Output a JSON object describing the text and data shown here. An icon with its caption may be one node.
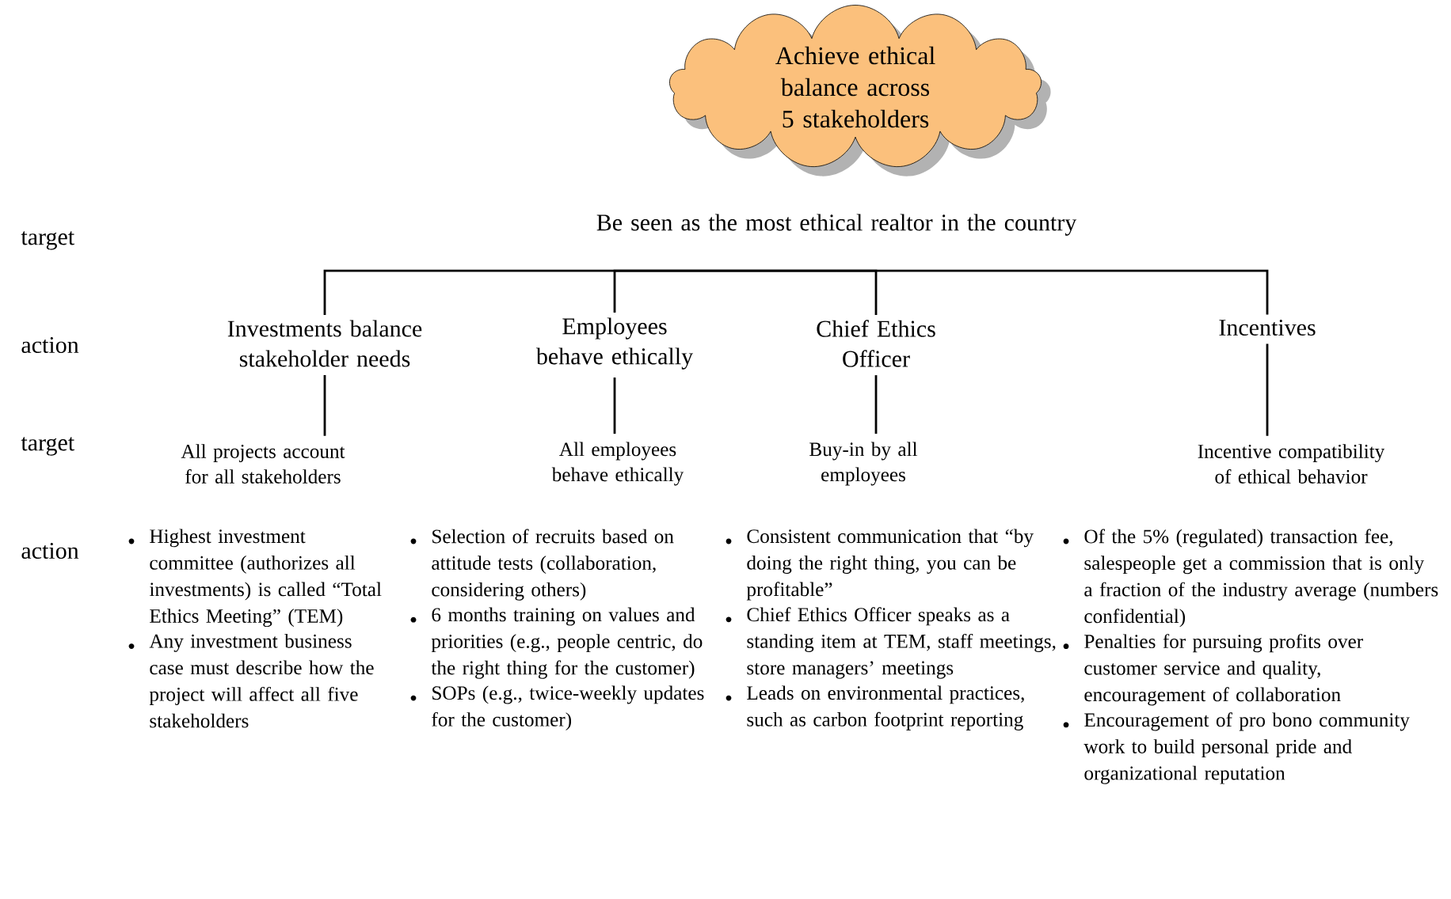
{
  "diagram": {
    "nodes": [
      {
        "text": [
          "Achieve ethical balance across 5 stakeholders"
        ]
      },
      {
        "text": [
          "Be seen as the most ethical realtor in the country"
        ]
      },
      {
        "text": [
          "Investments balance stakeholder needs"
        ]
      },
      {
        "text": [
          "Employees behave ethically"
        ]
      },
      {
        "text": [
          "Chief Ethics Officer"
        ]
      },
      {
        "text": [
          "Incentives"
        ]
      },
      {
        "text": [
          "All projects account for all stakeholders"
        ]
      },
      {
        "text": [
          "All employees behave ethically"
        ]
      },
      {
        "text": [
          "Buy-in by all employees"
        ]
      },
      {
        "text": [
          "Incentive compatibility of ethical behavior"
        ]
      }
    ],
    "edges": [
      {
        "from": 1,
        "to": 2,
        "arrow": "none"
      },
      {
        "from": 1,
        "to": 3,
        "arrow": "none"
      },
      {
        "from": 1,
        "to": 4,
        "arrow": "none"
      },
      {
        "from": 1,
        "to": 5,
        "arrow": "none"
      },
      {
        "from": 2,
        "to": 6,
        "arrow": "none"
      },
      {
        "from": 3,
        "to": 7,
        "arrow": "none"
      },
      {
        "from": 4,
        "to": 8,
        "arrow": "none"
      },
      {
        "from": 5,
        "to": 9,
        "arrow": "none"
      }
    ],
    "labels": [
      "target",
      "action",
      "target",
      "action",
      "Highest investment committee (authorizes all investments) is called “Total Ethics Meeting” (TEM)",
      "Any investment business case must describe how the project will affect all five stakeholders",
      "Selection of recruits based on attitude tests (collaboration, considering others)",
      "6 months training on values and priorities (e.g., people centric, do the right thing for the customer)",
      "SOPs (e.g., twice-weekly updates for the customer)",
      "Consistent communication that “by doing the right thing, you can be profitable”",
      "Chief Ethics Officer speaks as a standing item at TEM, staff meetings, store managers’ meetings",
      "Leads on environmental practices, such as carbon footprint reporting",
      "Of the 5% (regulated) transaction fee, salespeople get a commission that is only a fraction of the industry average (numbers confidential)",
      "Penalties for pursuing profits over customer service and quality, encouragement of collaboration",
      "Encouragement of pro bono community work to build personal pride and organizational reputation"
    ]
  }
}
